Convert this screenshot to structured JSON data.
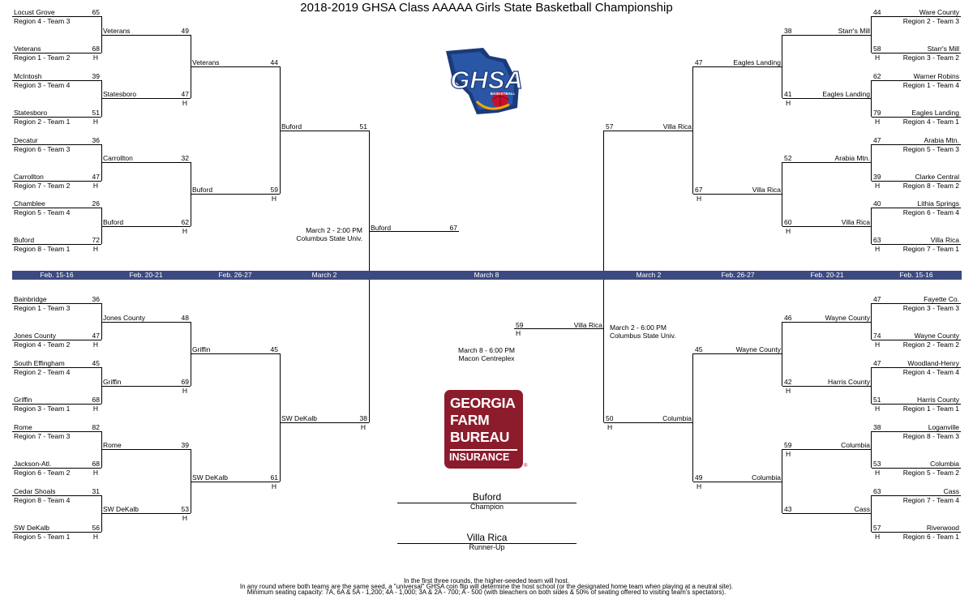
{
  "title": "2018-2019 GHSA Class AAAAA Girls State Basketball Championship",
  "home_marker": "H",
  "logos": {
    "ghsa": {
      "text": "GHSA",
      "subtext": "BASKETBALL",
      "colors": {
        "state": "#1b3a7a",
        "lettering": "#ffffff",
        "ball": "#c8102e",
        "accent": "#f2a900"
      }
    },
    "sponsor": {
      "lines": [
        "GEORGIA",
        "FARM",
        "BUREAU",
        "INSURANCE"
      ],
      "registered": "®",
      "color": "#8c1c2c"
    }
  },
  "date_bar": {
    "color": "#3c4a80",
    "labels": [
      "Feb. 15-16",
      "Feb. 20-21",
      "Feb. 26-27",
      "March 2",
      "March 8",
      "March 2",
      "Feb. 26-27",
      "Feb. 20-21",
      "Feb. 15-16"
    ]
  },
  "semifinal_notes": {
    "left": [
      "March 2 - 2:00 PM",
      "Columbus State Univ."
    ],
    "right": [
      "March 2 - 6:00 PM",
      "Columbus State Univ."
    ]
  },
  "final_note": [
    "March 8 - 6:00 PM",
    "Macon Centreplex"
  ],
  "bracket": {
    "left": {
      "round1": [
        {
          "top": {
            "name": "Locust Grove",
            "seed": "Region 4 - Team 3",
            "score": "65"
          },
          "bottom": {
            "name": "Veterans",
            "seed": "Region 1 - Team 2",
            "score": "68"
          }
        },
        {
          "top": {
            "name": "McIntosh",
            "seed": "Region 3 - Team 4",
            "score": "39"
          },
          "bottom": {
            "name": "Statesboro",
            "seed": "Region 2 - Team 1",
            "score": "51"
          }
        },
        {
          "top": {
            "name": "Decatur",
            "seed": "Region 6 - Team 3",
            "score": "36"
          },
          "bottom": {
            "name": "Carrollton",
            "seed": "Region 7 - Team 2",
            "score": "47"
          }
        },
        {
          "top": {
            "name": "Chamblee",
            "seed": "Region 5 - Team 4",
            "score": "26"
          },
          "bottom": {
            "name": "Buford",
            "seed": "Region 8 - Team 1",
            "score": "72"
          }
        },
        {
          "top": {
            "name": "Bainbridge",
            "seed": "Region 1 - Team 3",
            "score": "36"
          },
          "bottom": {
            "name": "Jones County",
            "seed": "Region 4 - Team 2",
            "score": "47"
          }
        },
        {
          "top": {
            "name": "South Effingham",
            "seed": "Region 2 - Team 4",
            "score": "45"
          },
          "bottom": {
            "name": "Griffin",
            "seed": "Region 3 - Team 1",
            "score": "68"
          }
        },
        {
          "top": {
            "name": "Rome",
            "seed": "Region 7 - Team 3",
            "score": "82"
          },
          "bottom": {
            "name": "Jackson-Atl.",
            "seed": "Region 6 - Team 2",
            "score": "68"
          }
        },
        {
          "top": {
            "name": "Cedar Shoals",
            "seed": "Region 8 - Team 4",
            "score": "31"
          },
          "bottom": {
            "name": "SW DeKalb",
            "seed": "Region 5 - Team 1",
            "score": "56"
          }
        }
      ],
      "round2": [
        {
          "name": "Veterans",
          "score": "49"
        },
        {
          "name": "Statesboro",
          "score": "47"
        },
        {
          "name": "Carrollton",
          "score": "32"
        },
        {
          "name": "Buford",
          "score": "62"
        },
        {
          "name": "Jones County",
          "score": "48"
        },
        {
          "name": "Griffin",
          "score": "69"
        },
        {
          "name": "Rome",
          "score": "39"
        },
        {
          "name": "SW DeKalb",
          "score": "53"
        }
      ],
      "round3": [
        {
          "name": "Veterans",
          "score": "44"
        },
        {
          "name": "Buford",
          "score": "59"
        },
        {
          "name": "Griffin",
          "score": "45"
        },
        {
          "name": "SW DeKalb",
          "score": "61"
        }
      ],
      "round4": [
        {
          "name": "Buford",
          "score": "51"
        },
        {
          "name": "SW DeKalb",
          "score": "38"
        }
      ],
      "final": {
        "name": "Buford",
        "score": "67"
      }
    },
    "right": {
      "round1": [
        {
          "top": {
            "name": "Ware County",
            "seed": "Region 2 - Team 3",
            "score": "44"
          },
          "bottom": {
            "name": "Starr's Mill",
            "seed": "Region 3 - Team 2",
            "score": "58"
          }
        },
        {
          "top": {
            "name": "Warner Robins",
            "seed": "Region 1 - Team 4",
            "score": "62"
          },
          "bottom": {
            "name": "Eagles Landing",
            "seed": "Region 4 - Team 1",
            "score": "79"
          }
        },
        {
          "top": {
            "name": "Arabia Mtn.",
            "seed": "Region 5 - Team 3",
            "score": "47"
          },
          "bottom": {
            "name": "Clarke Central",
            "seed": "Region 8 - Team 2",
            "score": "39"
          }
        },
        {
          "top": {
            "name": "Lithia Springs",
            "seed": "Region 6 - Team 4",
            "score": "40"
          },
          "bottom": {
            "name": "Villa Rica",
            "seed": "Region 7 - Team 1",
            "score": "63"
          }
        },
        {
          "top": {
            "name": "Fayette Co.",
            "seed": "Region 3 - Team 3",
            "score": "47"
          },
          "bottom": {
            "name": "Wayne County",
            "seed": "Region 2 - Team 2",
            "score": "74"
          }
        },
        {
          "top": {
            "name": "Woodland-Henry",
            "seed": "Region 4 - Team 4",
            "score": "47"
          },
          "bottom": {
            "name": "Harris County",
            "seed": "Region 1 - Team 1",
            "score": "51"
          }
        },
        {
          "top": {
            "name": "Loganville",
            "seed": "Region 8 - Team 3",
            "score": "38"
          },
          "bottom": {
            "name": "Columbia",
            "seed": "Region 5 - Team 2",
            "score": "53"
          }
        },
        {
          "top": {
            "name": "Cass",
            "seed": "Region 7 - Team 4",
            "score": "63"
          },
          "bottom": {
            "name": "Riverwood",
            "seed": "Region 6 - Team 1",
            "score": "57"
          }
        }
      ],
      "round2": [
        {
          "name": "Starr's Mill",
          "score": "38"
        },
        {
          "name": "Eagles Landing",
          "score": "41"
        },
        {
          "name": "Arabia Mtn.",
          "score": "52"
        },
        {
          "name": "Villa Rica",
          "score": "60"
        },
        {
          "name": "Wayne County",
          "score": "46"
        },
        {
          "name": "Harris County",
          "score": "42"
        },
        {
          "name": "Columbia",
          "score": "59"
        },
        {
          "name": "Cass",
          "score": "43"
        }
      ],
      "round3": [
        {
          "name": "Eagles Landing",
          "score": "47"
        },
        {
          "name": "Villa Rica",
          "score": "67"
        },
        {
          "name": "Wayne County",
          "score": "45"
        },
        {
          "name": "Columbia",
          "score": "49"
        }
      ],
      "round4": [
        {
          "name": "Villa Rica",
          "score": "57"
        },
        {
          "name": "Columbia",
          "score": "50"
        }
      ],
      "final": {
        "name": "Villa Rica",
        "score": "59"
      }
    }
  },
  "results": {
    "champion": {
      "name": "Buford",
      "label": "Champion"
    },
    "runner_up": {
      "name": "Villa Rica",
      "label": "Runner-Up"
    }
  },
  "footer": [
    "In the first three rounds, the higher-seeded team will host.",
    "In any round where both teams are the same seed, a \"universal\" GHSA coin flip will determine the host school (or the designated home team when playing at a neutral site).",
    "Minimum seating capacity: 7A, 6A & 5A - 1,200; 4A - 1,000; 3A & 2A - 700; A - 500 (with bleachers on both sides & 50% of seating offered to visiting team's spectators)."
  ]
}
